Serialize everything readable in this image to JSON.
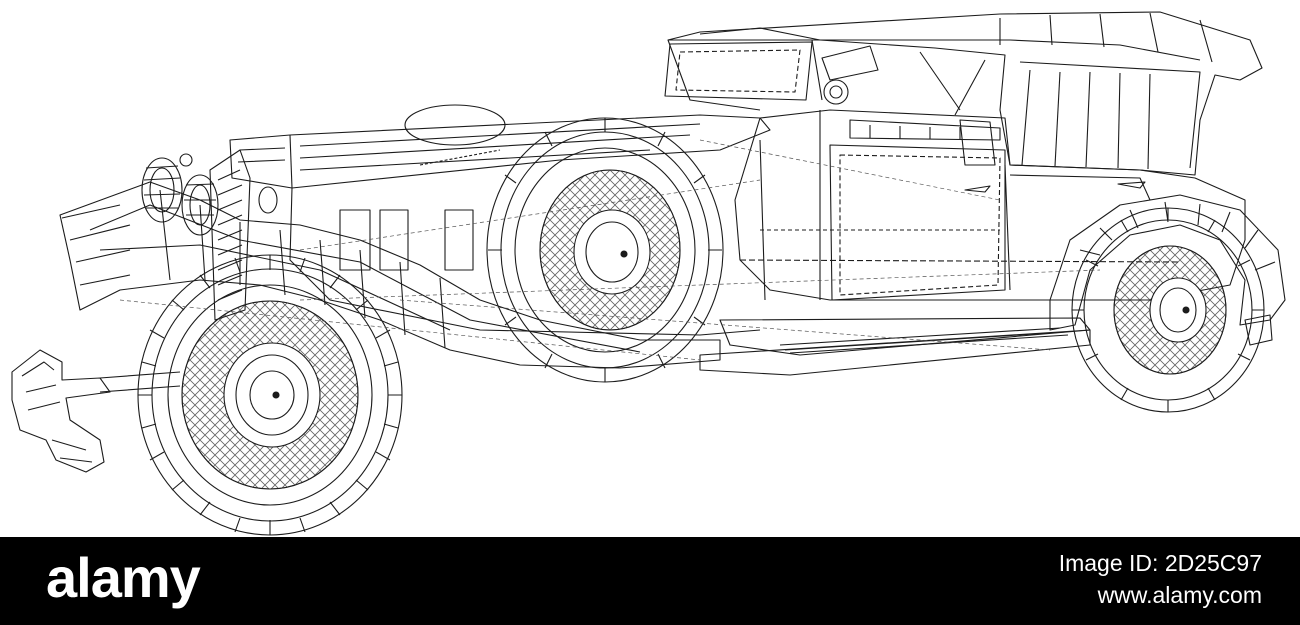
{
  "image": {
    "subject": "vintage-car-wireframe",
    "line_color": "#1a1a1a",
    "background": "#ffffff"
  },
  "footer": {
    "brand": "alamy",
    "image_id": "Image ID: 2D25C97",
    "site": "www.alamy.com",
    "background": "#000000",
    "text_color": "#ffffff"
  }
}
